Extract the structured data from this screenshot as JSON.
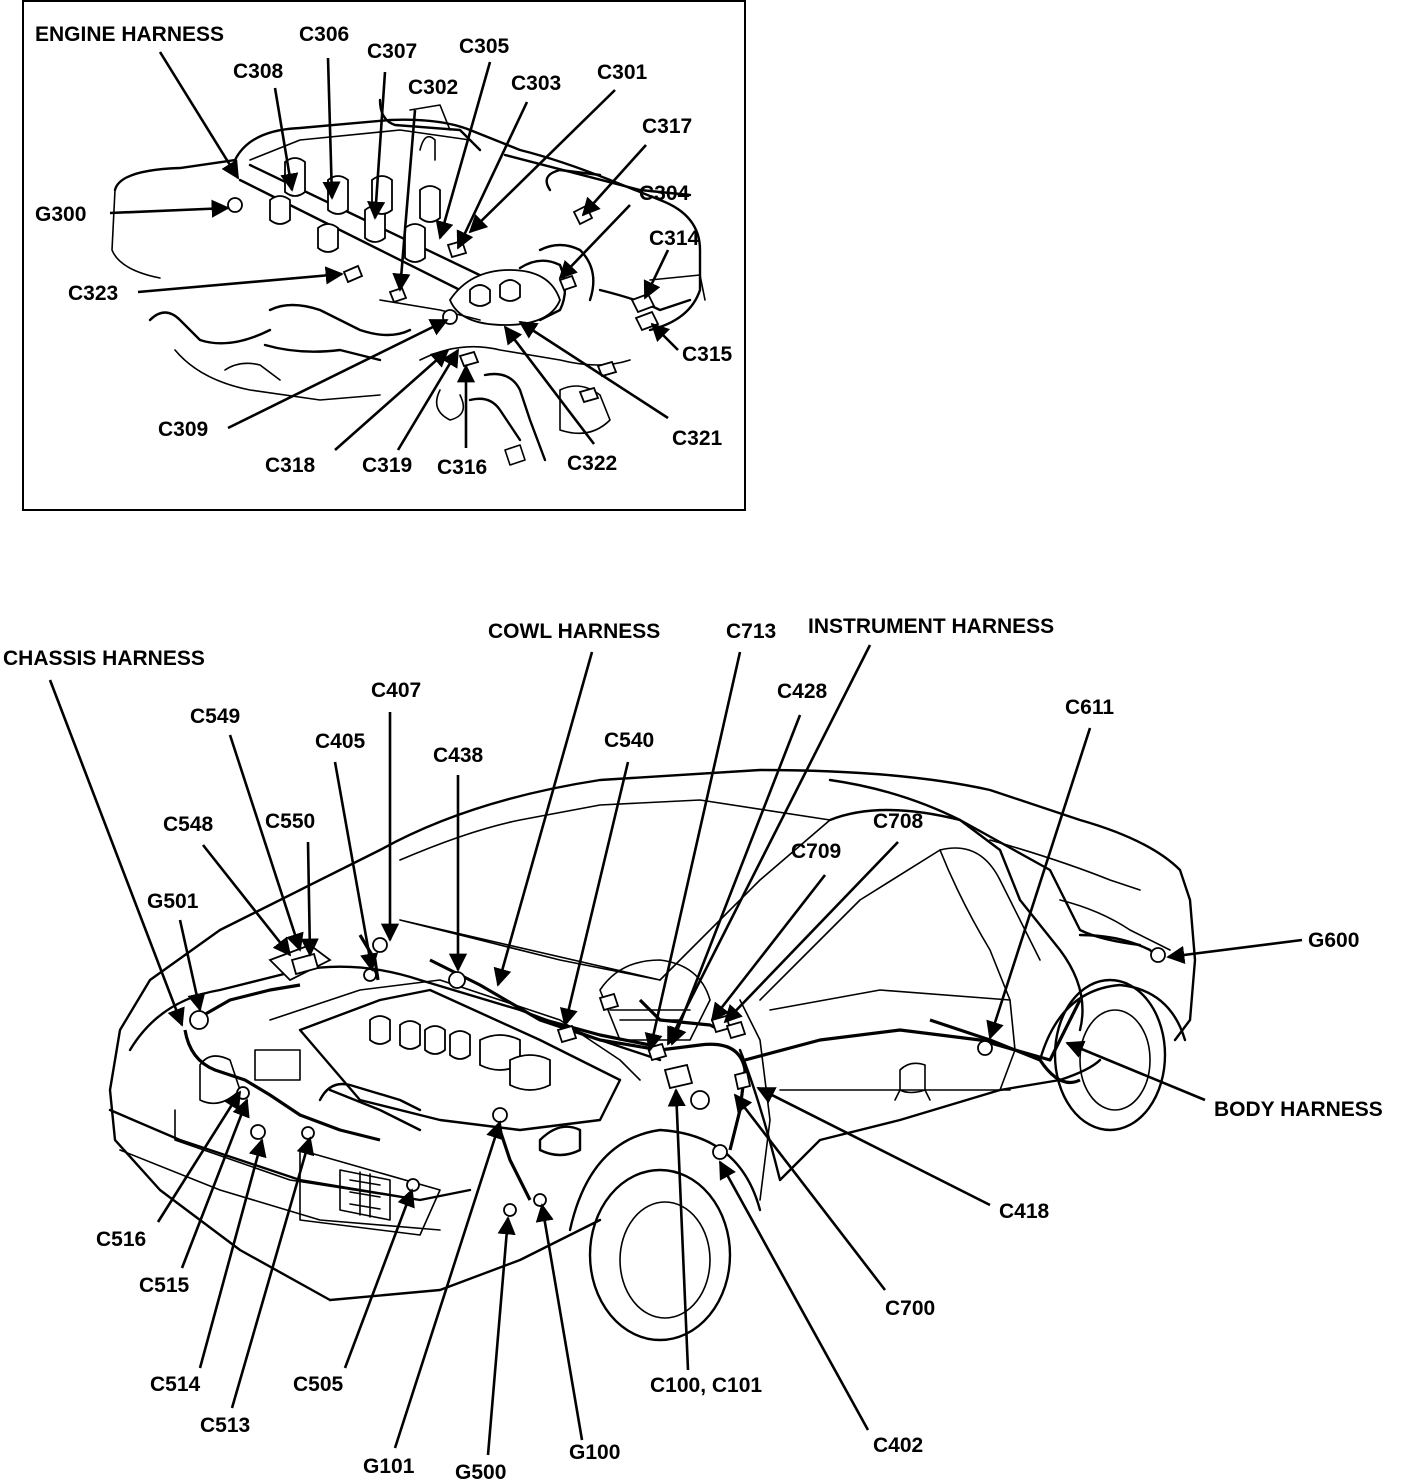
{
  "engine_view": {
    "labels": {
      "engine_harness": "ENGINE HARNESS",
      "c306": "C306",
      "c307": "C307",
      "c305": "C305",
      "c308": "C308",
      "c302": "C302",
      "c303": "C303",
      "c301": "C301",
      "c317": "C317",
      "c304": "C304",
      "g300": "G300",
      "c314": "C314",
      "c323": "C323",
      "c315": "C315",
      "c309": "C309",
      "c321": "C321",
      "c318": "C318",
      "c319": "C319",
      "c316": "C316",
      "c322": "C322"
    }
  },
  "vehicle_view": {
    "labels": {
      "cowl_harness": "COWL HARNESS",
      "c713": "C713",
      "instrument_harness": "INSTRUMENT HARNESS",
      "chassis_harness": "CHASSIS HARNESS",
      "c407": "C407",
      "c428": "C428",
      "c549": "C549",
      "c611": "C611",
      "c405": "C405",
      "c540": "C540",
      "c438": "C438",
      "c548": "C548",
      "c550": "C550",
      "c708": "C708",
      "c709": "C709",
      "g501": "G501",
      "g600": "G600",
      "body_harness": "BODY HARNESS",
      "c418": "C418",
      "c516": "C516",
      "c515": "C515",
      "c700": "C700",
      "c514": "C514",
      "c505": "C505",
      "c100_c101": "C100, C101",
      "c513": "C513",
      "c402": "C402",
      "g101": "G101",
      "g100": "G100",
      "g500": "G500"
    }
  }
}
